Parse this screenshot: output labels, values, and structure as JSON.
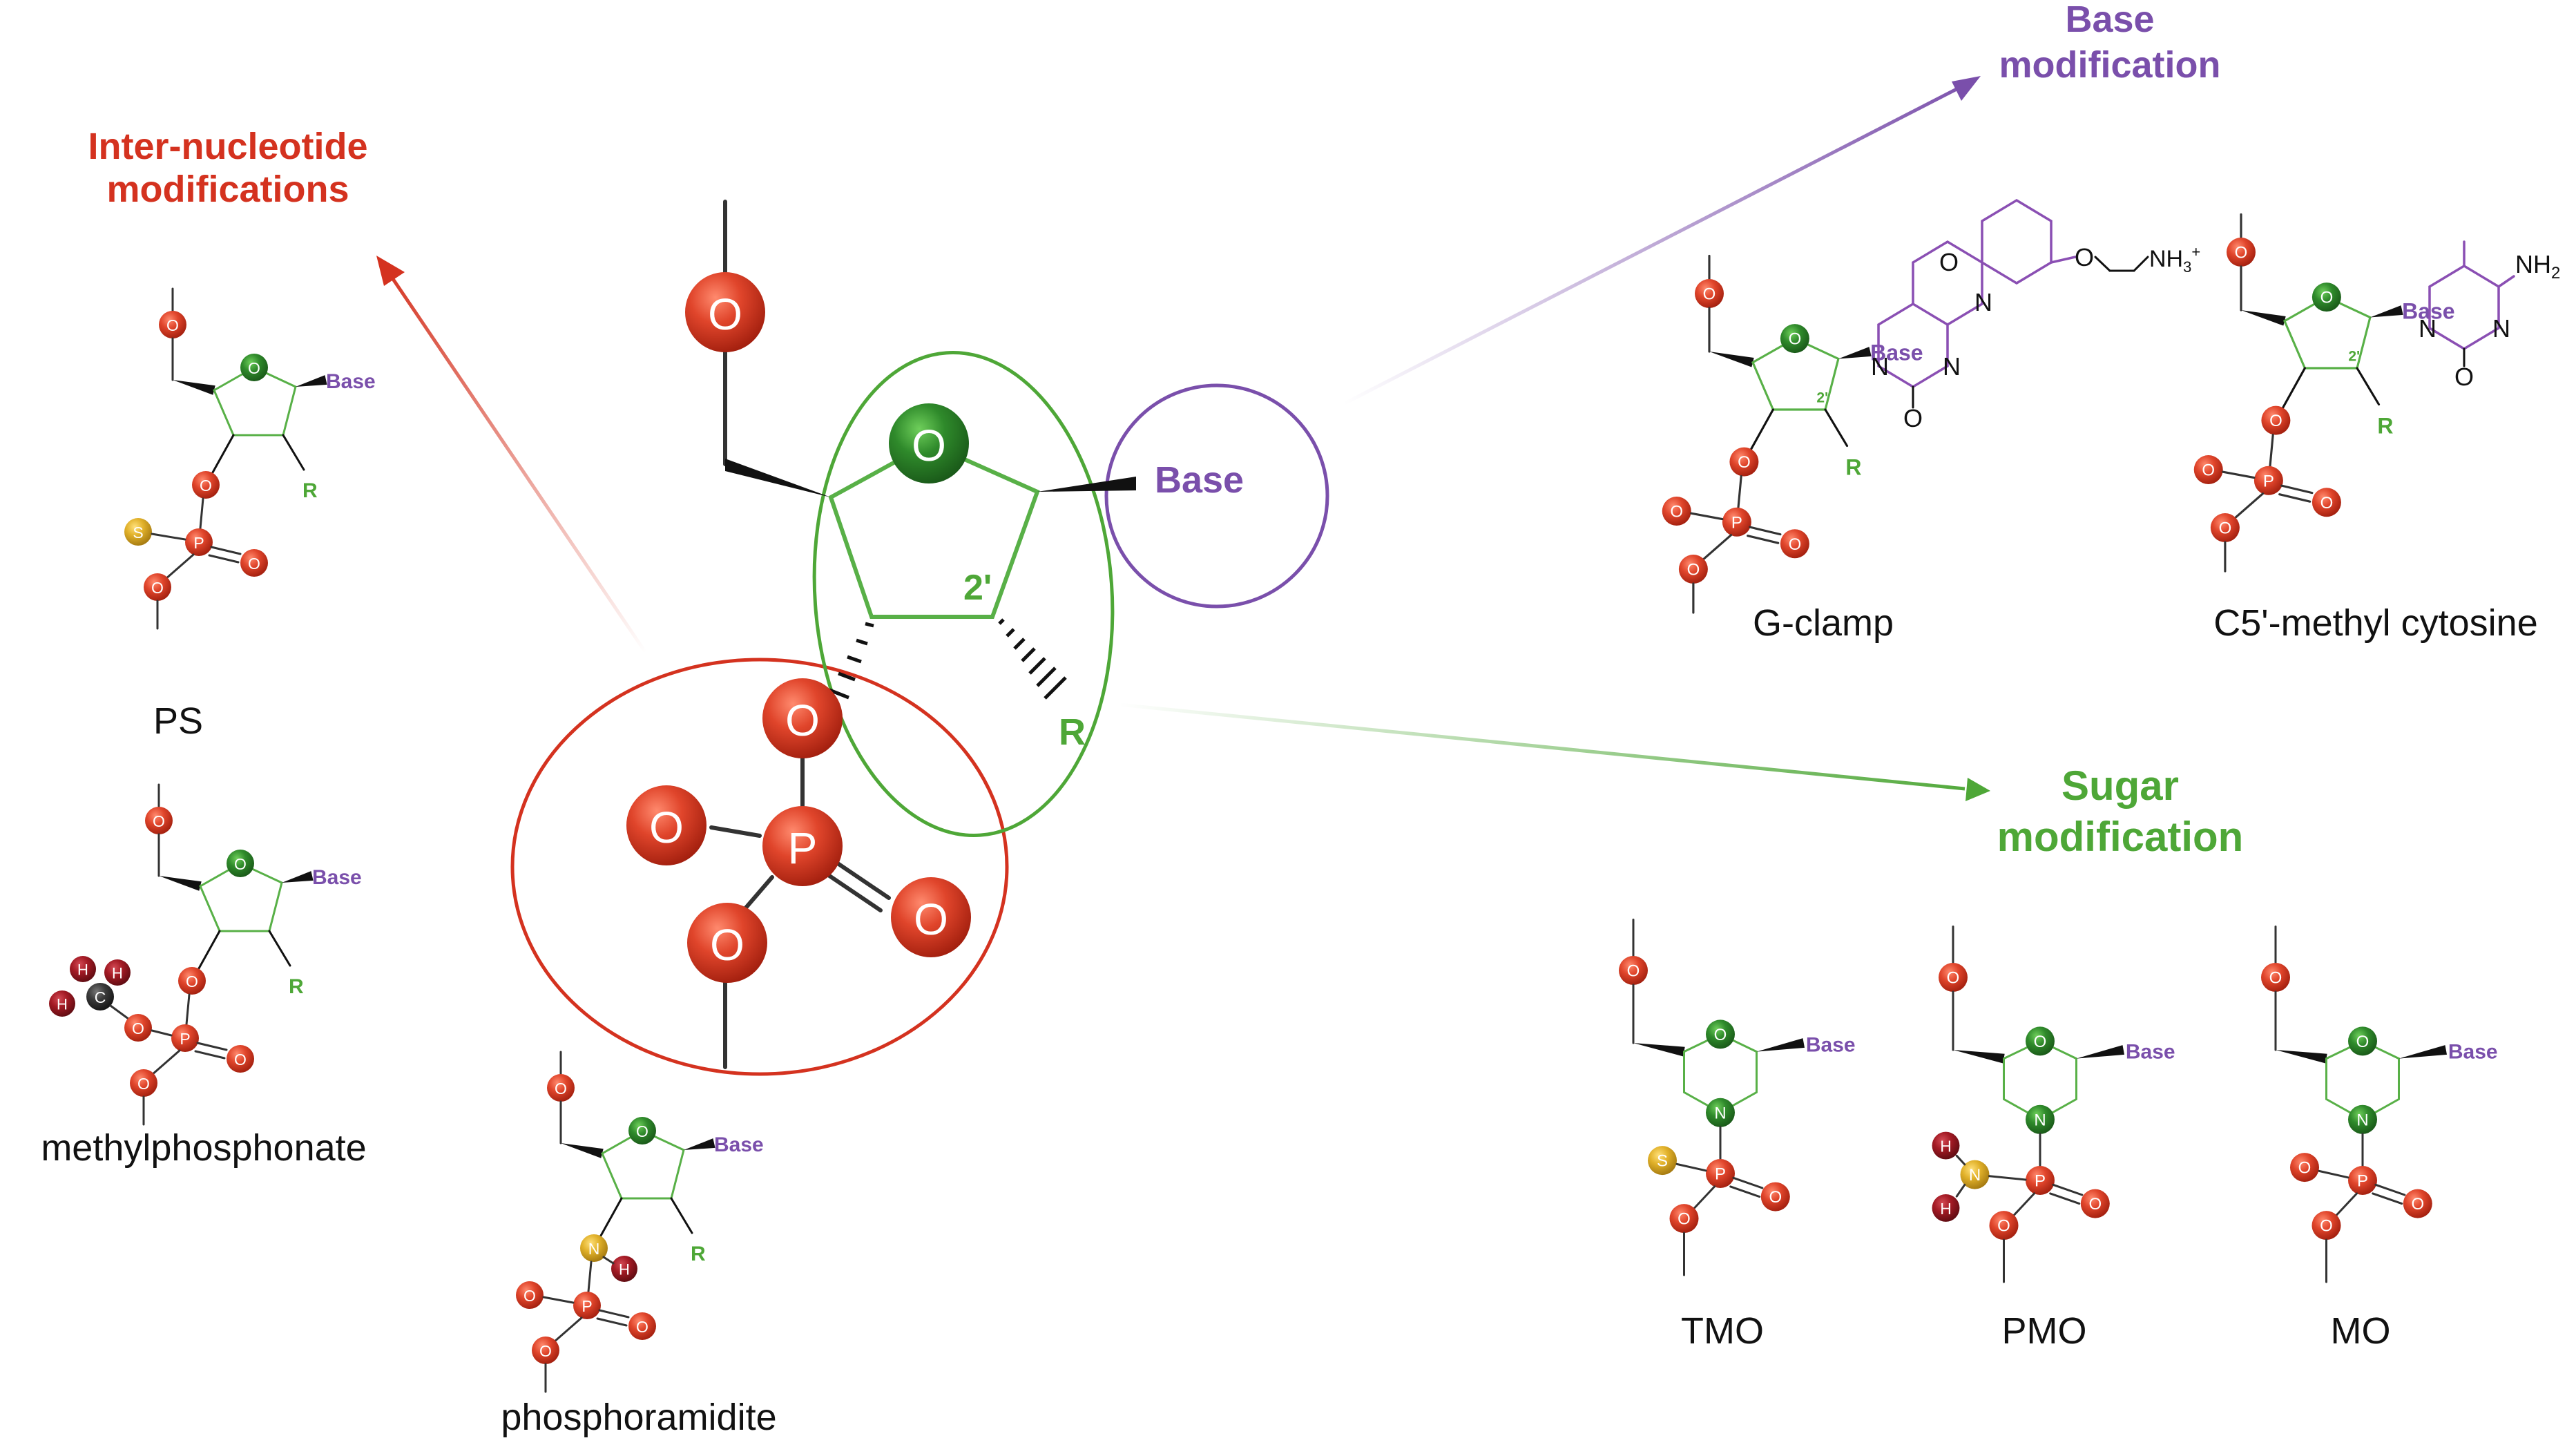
{
  "colors": {
    "red": "#d4321f",
    "purple": "#7a4fab",
    "green": "#4ea737",
    "oxygen": "#e0452b",
    "ring_oxygen": "#2f8a2b",
    "phosphorus": "#e0452b",
    "sulfur": "#e1b12a",
    "nitrogen_amide": "#e1b12a",
    "hydrogen": "#a31a24",
    "carbon": "#333333"
  },
  "icons": {
    "atom": "sphere-atom-icon",
    "arrow": "arrow-icon"
  },
  "headings": {
    "inter": [
      "Inter-nucleotide",
      "modifications"
    ],
    "base": [
      "Base",
      "modification"
    ],
    "sugar": [
      "Sugar",
      "modification"
    ]
  },
  "main": {
    "base_label": "Base",
    "two_prime": "2'",
    "r_label": "R",
    "atom_o": "O",
    "atom_p": "P"
  },
  "labels": {
    "base": "Base",
    "r": "R",
    "two_prime": "2'",
    "o": "O",
    "p": "P",
    "s": "S",
    "n": "N",
    "h": "H",
    "c": "C",
    "nh3": "NH",
    "nh3_sub": "3",
    "nh3_sup": "+",
    "nh2": "NH",
    "nh2_sub": "2"
  },
  "captions": {
    "ps": "PS",
    "methylphosphonate": "methylphosphonate",
    "phosphoramidite": "phosphoramidite",
    "g_clamp": "G-clamp",
    "c5_methyl": "C5'-methyl cytosine",
    "tmo": "TMO",
    "pmo": "PMO",
    "mo": "MO"
  }
}
